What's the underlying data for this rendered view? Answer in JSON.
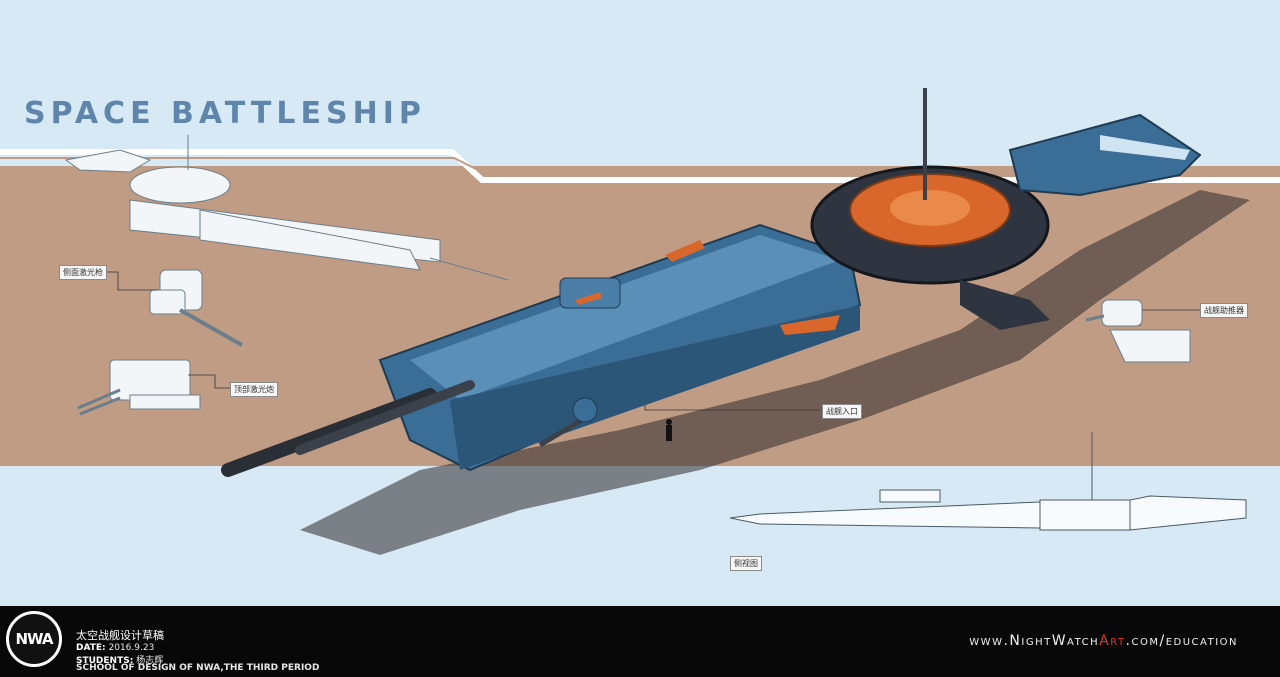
{
  "title": "SPACE BATTLESHIP",
  "callouts": {
    "side_laser": "侧面激光枪",
    "top_laser": "顶部激光炮",
    "entrance": "战舰入口",
    "thruster": "战舰助推器",
    "side_view": "侧视图"
  },
  "footer": {
    "logo": "NWA",
    "subject": "太空战舰设计草稿",
    "date_label": "DATE:",
    "date_value": "2016.9.23",
    "students_label": "STUDENTS:",
    "students_value": "杨志辉",
    "school": "SCHOOL OF DESIGN OF NWA,THE THIRD PERIOD",
    "website_prefix": "www.NightWatch",
    "website_art": "Art",
    "website_suffix": ".com/education"
  },
  "colors": {
    "sky": "#d7e9f5",
    "ground": "#c19c85",
    "hull_blue": "#3a6e96",
    "accent_orange": "#d9662a",
    "footer_black": "#080808",
    "title_blue": "#5f86aa"
  }
}
